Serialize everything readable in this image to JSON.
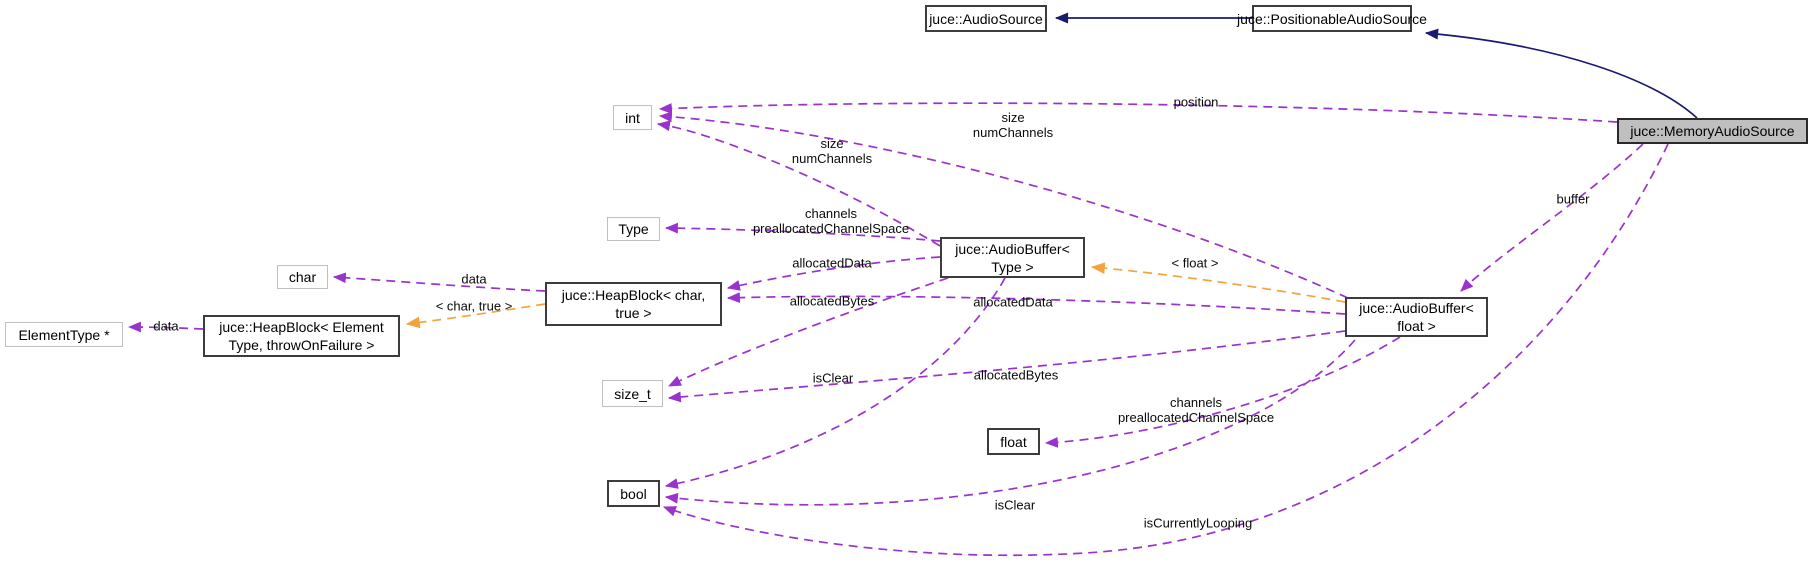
{
  "diagram": {
    "type": "collaboration-graph",
    "nodes": {
      "audio_source": {
        "label": "juce::AudioSource"
      },
      "positionable_audio_source": {
        "label": "juce::PositionableAudioSource"
      },
      "memory_audio_source": {
        "label": "juce::MemoryAudioSource"
      },
      "int_type": {
        "label": "int"
      },
      "type_param": {
        "label": "Type"
      },
      "char_type": {
        "label": "char"
      },
      "element_type_ptr": {
        "label": "ElementType *"
      },
      "heapblock_element": {
        "label": "juce::HeapBlock< Element\nType, throwOnFailure >"
      },
      "heapblock_char": {
        "label": "juce::HeapBlock< char,\ntrue >"
      },
      "audiobuffer_type": {
        "label": "juce::AudioBuffer<\nType >"
      },
      "audiobuffer_float": {
        "label": "juce::AudioBuffer<\nfloat >"
      },
      "size_t_type": {
        "label": "size_t"
      },
      "float_type": {
        "label": "float"
      },
      "bool_type": {
        "label": "bool"
      }
    },
    "edge_labels": {
      "position": "position",
      "size_numchannels_float": "size\nnumChannels",
      "size_numchannels_type": "size\nnumChannels",
      "channels_prealloc_type": "channels\npreallocatedChannelSpace",
      "channels_prealloc_float": "channels\npreallocatedChannelSpace",
      "allocated_data_type": "allocatedData",
      "allocated_data_float": "allocatedData",
      "allocated_bytes_type": "allocatedBytes",
      "allocated_bytes_float": "allocatedBytes",
      "is_clear_type": "isClear",
      "is_clear_float": "isClear",
      "is_currently_looping": "isCurrentlyLooping",
      "buffer": "buffer",
      "data_char": "data",
      "data_element": "data",
      "template_char_true": "< char, true >",
      "template_float": "< float >"
    },
    "colors": {
      "usage_edge": "#9A32CD",
      "template_edge": "#F2A33C",
      "inheritance_edge": "#1A1A70",
      "node_border_dark": "#3C3C3C",
      "node_border_light": "#BFBFBF",
      "current_node_fill": "#BFBFBF",
      "node_fill": "#FFFFFF"
    }
  }
}
